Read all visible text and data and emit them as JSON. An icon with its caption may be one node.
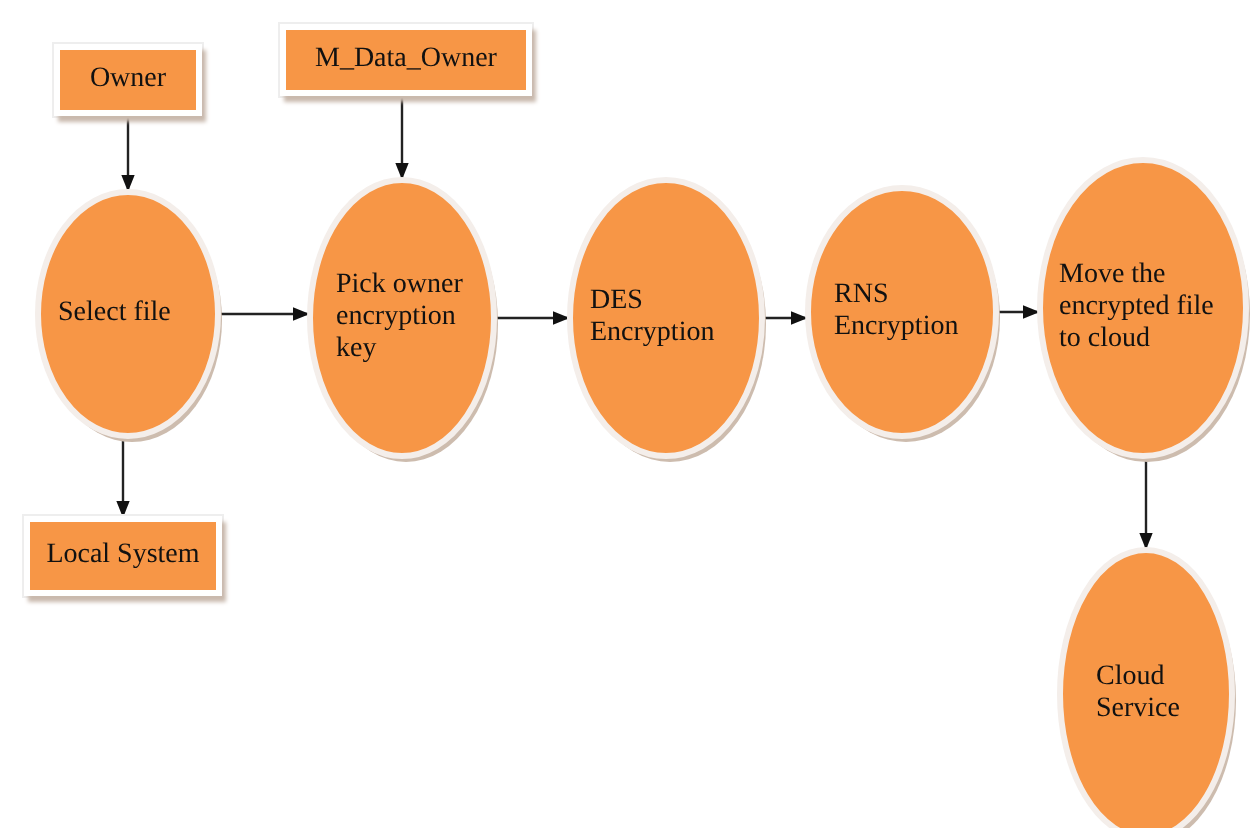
{
  "diagram": {
    "nodes": [
      {
        "text": [
          "Owner"
        ]
      },
      {
        "text": [
          "M_Data_Owner"
        ]
      },
      {
        "text": [
          "Select file"
        ]
      },
      {
        "text": [
          "Pick owner encryption key"
        ]
      },
      {
        "text": [
          "DES Encryption"
        ]
      },
      {
        "text": [
          "RNS Encryption"
        ]
      },
      {
        "text": [
          "Move the encrypted file to cloud"
        ]
      },
      {
        "text": [
          "Local System"
        ]
      },
      {
        "text": [
          "Cloud Service"
        ]
      }
    ],
    "edges": [
      {
        "from": 0,
        "to": 2,
        "arrow": "to"
      },
      {
        "from": 1,
        "to": 3,
        "arrow": "to"
      },
      {
        "from": 2,
        "to": 7,
        "arrow": "to"
      },
      {
        "from": 2,
        "to": 3,
        "arrow": "to"
      },
      {
        "from": 3,
        "to": 4,
        "arrow": "to"
      },
      {
        "from": 4,
        "to": 5,
        "arrow": "to"
      },
      {
        "from": 5,
        "to": 6,
        "arrow": "to"
      },
      {
        "from": 6,
        "to": 8,
        "arrow": "to"
      }
    ]
  }
}
